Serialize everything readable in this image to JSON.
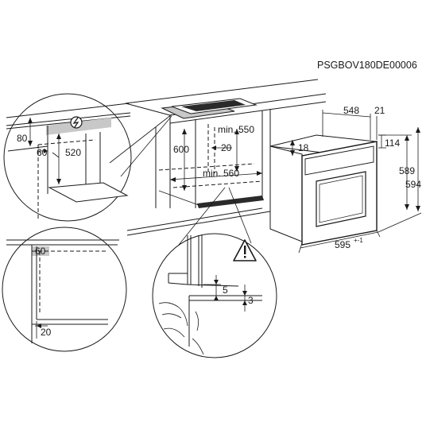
{
  "drawing_code": "PSGBOV180DE00006",
  "dims": {
    "d80": "80",
    "d60a": "60",
    "d520": "520",
    "d600": "600",
    "d20a": "20",
    "dmin550": "min. 550",
    "dmin560": "min. 560",
    "d548": "548",
    "d21": "21",
    "d18": "18",
    "d114": "114",
    "d589": "589",
    "d594": "594",
    "d595": "595",
    "d595tol": "+-1",
    "d60b": "60",
    "d20b": "20",
    "d5": "5",
    "d3": "3"
  },
  "colors": {
    "ink": "#1a1a1a",
    "gray": "#c8c8c8",
    "dark_strip": "#2a2a2a"
  },
  "icons": [
    "electric-connection-icon",
    "warning-triangle-icon"
  ]
}
